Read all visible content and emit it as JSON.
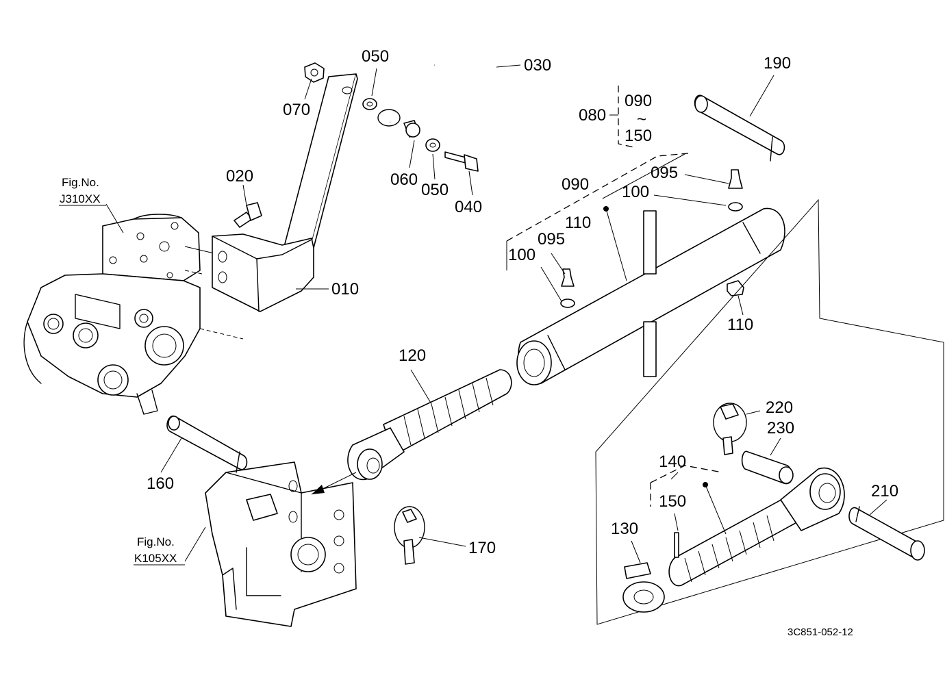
{
  "parts": {
    "p010": "010",
    "p020": "020",
    "p030": "030",
    "p040": "040",
    "p050a": "050",
    "p050b": "050",
    "p060": "060",
    "p070": "070",
    "p080": "080",
    "p090a": "090",
    "p090b": "090",
    "p150a": "150",
    "p095a": "095",
    "p095b": "095",
    "p100a": "100",
    "p100b": "100",
    "p110a": "110",
    "p110b": "110",
    "p120": "120",
    "p130": "130",
    "p140": "140",
    "p150b": "150",
    "p160": "160",
    "p170": "170",
    "p190": "190",
    "p210": "210",
    "p220": "220",
    "p230": "230"
  },
  "range_mark": "~",
  "refs": {
    "fig1_label": "Fig.No.",
    "fig1_code": "J310XX",
    "fig2_label": "Fig.No.",
    "fig2_code": "K105XX"
  },
  "drawing_code": "3C851-052-12"
}
